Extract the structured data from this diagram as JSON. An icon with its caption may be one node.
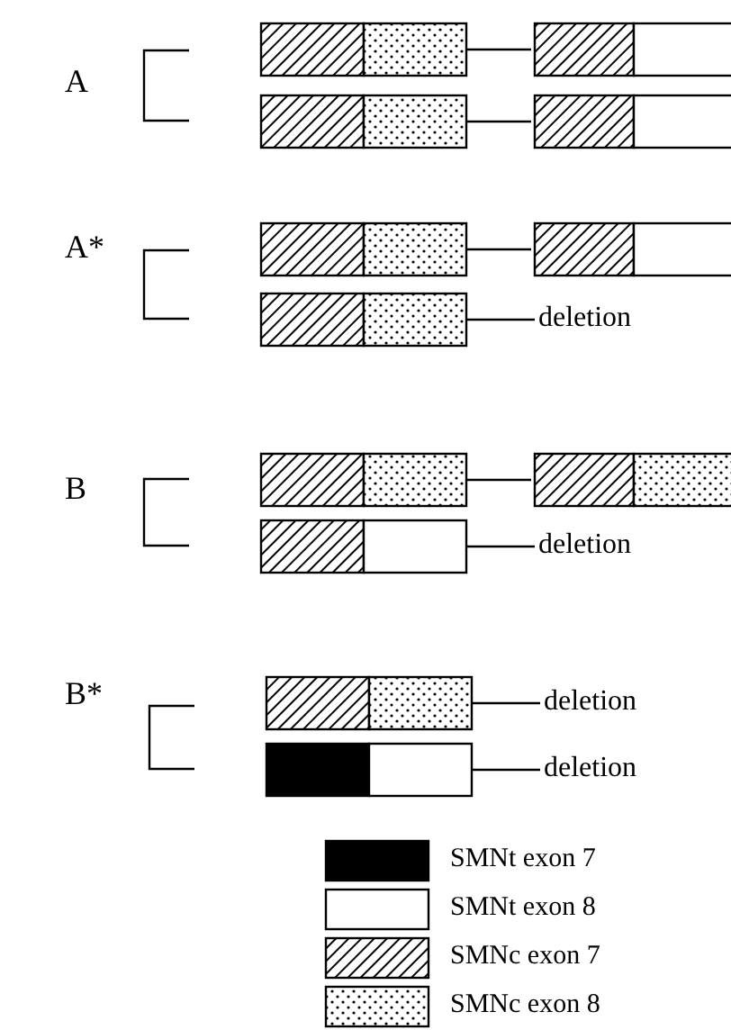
{
  "diagram": {
    "nodes": [
      {
        "text": [],
        "shape": "bar"
      },
      {
        "text": [],
        "shape": "bar"
      },
      {
        "text": [],
        "shape": "bar"
      },
      {
        "text": [],
        "shape": "bar"
      },
      {
        "text": [],
        "shape": "bar"
      },
      {
        "text": [],
        "shape": "bar"
      },
      {
        "text": [],
        "shape": "bar"
      },
      {
        "text": [
          "deletion"
        ]
      },
      {
        "text": [],
        "shape": "bar"
      },
      {
        "text": [],
        "shape": "bar"
      },
      {
        "text": [],
        "shape": "bar"
      },
      {
        "text": [
          "deletion"
        ]
      },
      {
        "text": [],
        "shape": "bar"
      },
      {
        "text": [
          "deletion"
        ]
      },
      {
        "text": [],
        "shape": "bar"
      },
      {
        "text": [
          "deletion"
        ]
      }
    ],
    "edges": [
      {
        "from": 0,
        "to": 1,
        "arrow": "none"
      },
      {
        "from": 2,
        "to": 3,
        "arrow": "none"
      },
      {
        "from": 4,
        "to": 5,
        "arrow": "none"
      },
      {
        "from": 6,
        "to": 7,
        "arrow": "none"
      },
      {
        "from": 8,
        "to": 9,
        "arrow": "none"
      },
      {
        "from": 10,
        "to": 11,
        "arrow": "none"
      },
      {
        "from": 12,
        "to": 13,
        "arrow": "none"
      },
      {
        "from": 14,
        "to": 15,
        "arrow": "none"
      }
    ],
    "labels": [
      "A",
      "A*",
      "B",
      "B*"
    ],
    "legend": [
      {
        "text": "SMNt exon 7",
        "color": "#000000"
      },
      {
        "text": "SMNt exon 8",
        "color": "#ffffff"
      },
      {
        "text": "SMNc exon 7"
      },
      {
        "text": "SMNc exon 8"
      }
    ]
  }
}
